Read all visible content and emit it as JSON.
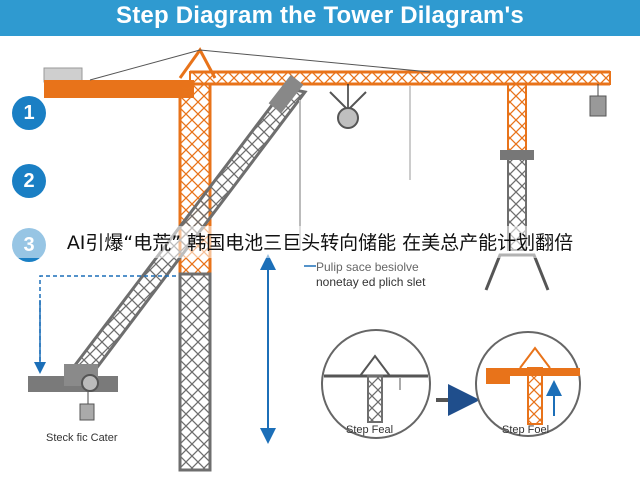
{
  "title": "Step Diagram the Tower Dilagram's",
  "steps": [
    "1",
    "2",
    "3"
  ],
  "overlay_caption": "AI引爆“电荒” 韩国电池三巨头转向储能 在美总产能计划翻倍",
  "labels": {
    "annotation_line1": "Pulip sace besiolve",
    "annotation_line2": "nonetay ed plich slet",
    "left_caption": "Steck fic Cater",
    "step_before": "Step Feal",
    "step_after": "Step Foel"
  },
  "colors": {
    "title_bar": "#2f9ad0",
    "badge": "#1a7fc4",
    "orange": "#e8731a",
    "gray": "#6e6e6e",
    "arrow_blue": "#1c6fb8"
  }
}
